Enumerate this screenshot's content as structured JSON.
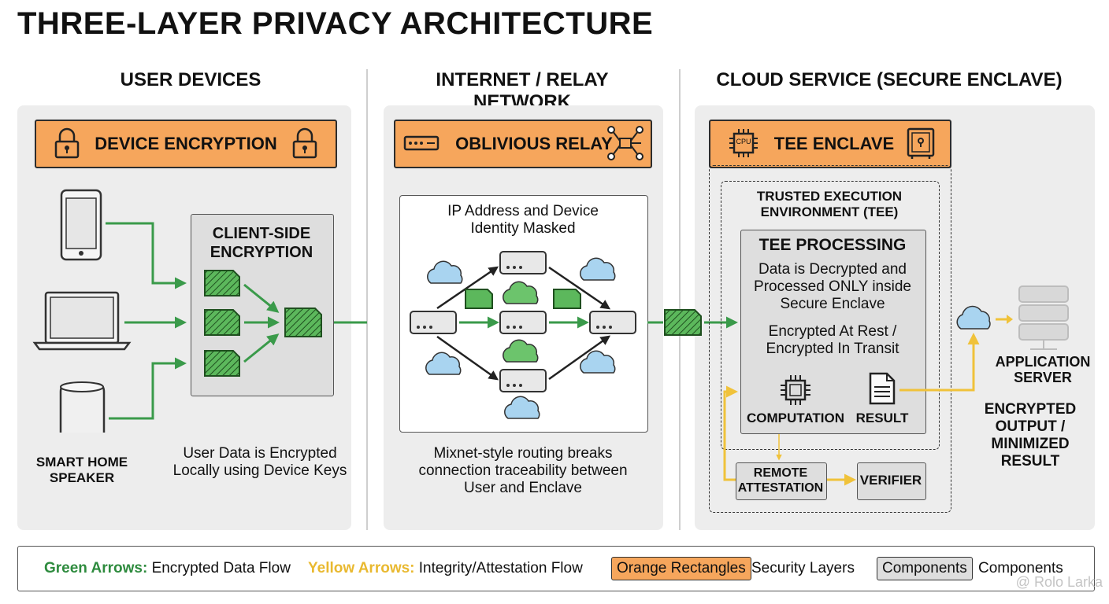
{
  "title": "THREE-LAYER PRIVACY ARCHITECTURE",
  "columns": {
    "user": {
      "heading": "USER DEVICES",
      "layer_label": "DEVICE ENCRYPTION",
      "box_title_1": "CLIENT-SIDE",
      "box_title_2": "ENCRYPTION",
      "speaker_label_1": "SMART HOME",
      "speaker_label_2": "SPEAKER",
      "caption_1": "User Data is Encrypted",
      "caption_2": "Locally using Device Keys"
    },
    "relay": {
      "heading": "INTERNET / RELAY NETWORK",
      "layer_label": "OBLIVIOUS RELAY",
      "mask_1": "IP Address and Device",
      "mask_2": "Identity Masked",
      "caption_1": "Mixnet-style routing breaks",
      "caption_2": "connection traceability between",
      "caption_3": "User and Enclave"
    },
    "cloud": {
      "heading": "CLOUD SERVICE (SECURE ENCLAVE)",
      "layer_label": "TEE ENCLAVE",
      "cpu_chip_text": "CPU",
      "tee_title_1": "TRUSTED EXECUTION",
      "tee_title_2": "ENVIRONMENT (TEE)",
      "processing_title": "TEE PROCESSING",
      "processing_1": "Data is Decrypted and",
      "processing_2": "Processed ONLY inside",
      "processing_3": "Secure Enclave",
      "rest_1": "Encrypted At Rest /",
      "rest_2": "Encrypted In Transit",
      "computation": "COMPUTATION",
      "result": "RESULT",
      "attestation_1": "REMOTE",
      "attestation_2": "ATTESTATION",
      "verifier": "VERIFIER",
      "server_1": "APPLICATION",
      "server_2": "SERVER",
      "output_1": "ENCRYPTED",
      "output_2": "OUTPUT /",
      "output_3": "MINIMIZED",
      "output_4": "RESULT"
    }
  },
  "legend": {
    "green_key": "Green Arrows:",
    "green_desc": "Encrypted Data Flow",
    "yellow_key": "Yellow Arrows:",
    "yellow_desc": "Integrity/Attestation Flow",
    "orange_chip": "Orange Rectangles",
    "orange_desc": "Security Layers",
    "gray_chip": "Components",
    "gray_desc": "Components"
  },
  "watermark": "@ Rolo Larka",
  "colors": {
    "green_arrow": "#3a9a4a",
    "yellow_arrow": "#f0c23a",
    "orange_layer": "#f6a65c",
    "panel_bg": "#ededed",
    "doc_green": "#5cb85c",
    "cloud_blue": "#a9d4f0",
    "cloud_green": "#6cc46c"
  }
}
